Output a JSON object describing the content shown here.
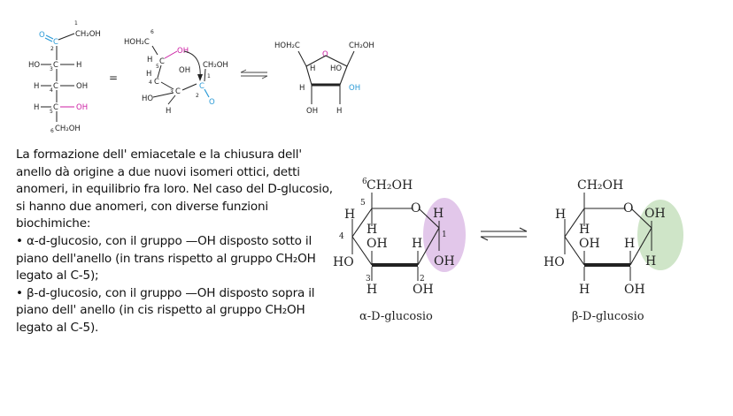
{
  "paragraph": {
    "intro": "La formazione dell' emiacetale e la chiusura dell' anello dà origine a due nuovi isomeri ottici, detti anomeri, in equilibrio fra loro. Nel caso del D-glucosio, si hanno due anomeri, con diverse funzioni biochimiche:",
    "alpha": "• α-d-glucosio, con il gruppo —OH disposto sotto il piano dell'anello (in trans rispetto al gruppo CH₂OH legato al C-5);",
    "beta": "• β-d-glucosio, con il gruppo —OH disposto sopra il piano dell' anello (in cis rispetto al gruppo CH₂OH legato al C-5)."
  },
  "fischer": {
    "o": "O",
    "ch2oh_top": "CH₂OH",
    "n1": "1",
    "n2": "2",
    "n3": "3",
    "n4": "4",
    "n5": "5",
    "n6": "6",
    "c": "C",
    "ho": "HO",
    "h": "H",
    "oh": "OH",
    "ch2oh_bottom": "CH₂OH"
  },
  "equals": "=",
  "cyclizing": {
    "hoh2c": "HOH₂C",
    "n6": "6",
    "n5": "5",
    "n4": "4",
    "n3": "3",
    "n2": "2",
    "n1": "1",
    "oh_ring": "OH",
    "ch2oh": "CH₂OH",
    "oh_c4": "OH",
    "h": "H",
    "c": "C",
    "ho": "HO",
    "o": "O"
  },
  "furanose": {
    "hoh2c": "HOH₂C",
    "ch2oh": "CH₂OH",
    "o": "O",
    "h": "H",
    "ho": "HO",
    "oh": "OH"
  },
  "alpha_ring": {
    "ch2oh": "CH₂OH",
    "n6": "6",
    "n5": "5",
    "n4": "4",
    "n3": "3",
    "n2": "2",
    "n1": "1",
    "o": "O",
    "h": "H",
    "oh": "OH",
    "ho": "HO",
    "caption": "α-D-glucosio",
    "highlight": "#e2c7ea"
  },
  "beta_ring": {
    "ch2oh": "CH₂OH",
    "o": "O",
    "h": "H",
    "oh": "OH",
    "ho": "HO",
    "caption": "β-D-glucosio",
    "highlight": "#cfe5c8"
  },
  "colors": {
    "blue": "#2a9ad6",
    "magenta": "#cc1fa3",
    "text": "#222222"
  }
}
